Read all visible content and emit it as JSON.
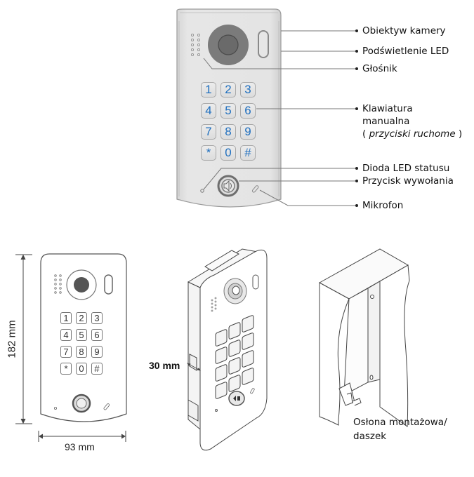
{
  "callouts": [
    {
      "id": "camera-lens",
      "label": "Obiektyw kamery"
    },
    {
      "id": "led-backlight",
      "label": "Podświetlenie LED"
    },
    {
      "id": "speaker",
      "label": "Głośnik"
    },
    {
      "id": "keypad",
      "label_line1": "Klawiatura",
      "label_line2": "manualna",
      "label_line3_open": "( ",
      "label_line3_italic": "przyciski ruchome",
      "label_line3_close": " )"
    },
    {
      "id": "status-led",
      "label": "Dioda LED statusu"
    },
    {
      "id": "call-button",
      "label": "Przycisk wywołania"
    },
    {
      "id": "microphone",
      "label": "Mikrofon"
    }
  ],
  "keypad_keys": [
    "1",
    "2",
    "3",
    "4",
    "5",
    "6",
    "7",
    "8",
    "9",
    "*",
    "0",
    "#"
  ],
  "dimensions": {
    "height": "182 mm",
    "width": "93 mm",
    "depth": "30 mm"
  },
  "shelter": {
    "label_line1": "Osłona montażowa/",
    "label_line2": "daszek"
  },
  "colors": {
    "key_digit": "#1f6fbf",
    "panel_fill": "#e2e2e2",
    "line": "#555555"
  }
}
